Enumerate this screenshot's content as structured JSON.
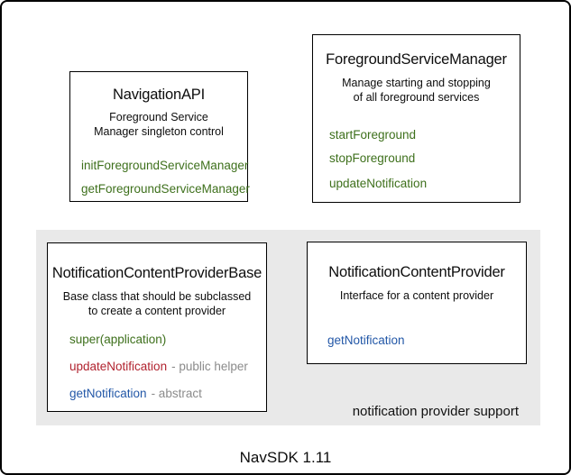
{
  "colors": {
    "frame_border": "#000000",
    "background": "#ffffff",
    "panel_gray": "#e9e9e9",
    "title_text": "#0d0d0d",
    "method_green": "#3e701c",
    "method_red": "#b1232f",
    "method_blue": "#2257a7",
    "suffix_gray": "#8b8b8b"
  },
  "boxes": {
    "navigation_api": {
      "title": "NavigationAPI",
      "description": [
        "Foreground Service",
        "Manager singleton control"
      ],
      "methods": [
        {
          "name": "initForegroundServiceManager"
        },
        {
          "name": "getForegroundServiceManager"
        }
      ]
    },
    "foreground_service_manager": {
      "title": "ForegroundServiceManager",
      "description": [
        "Manage starting and stopping",
        "of all foreground services"
      ],
      "methods": [
        {
          "name": "startForeground"
        },
        {
          "name": "stopForeground"
        },
        {
          "name": "updateNotification"
        }
      ]
    },
    "notification_content_provider_base": {
      "title": "NotificationContentProviderBase",
      "description": [
        "Base class that should be subclassed",
        "to create a content provider"
      ],
      "methods": [
        {
          "name": "super(application)",
          "suffix": ""
        },
        {
          "name": "updateNotification",
          "suffix": "- public helper"
        },
        {
          "name": "getNotification",
          "suffix": "- abstract"
        }
      ]
    },
    "notification_content_provider": {
      "title": "NotificationContentProvider",
      "description": [
        "Interface for a content provider"
      ],
      "methods": [
        {
          "name": "getNotification"
        }
      ]
    }
  },
  "panel": {
    "caption": "notification provider support"
  },
  "footer": {
    "version_label": "NavSDK 1.11"
  }
}
